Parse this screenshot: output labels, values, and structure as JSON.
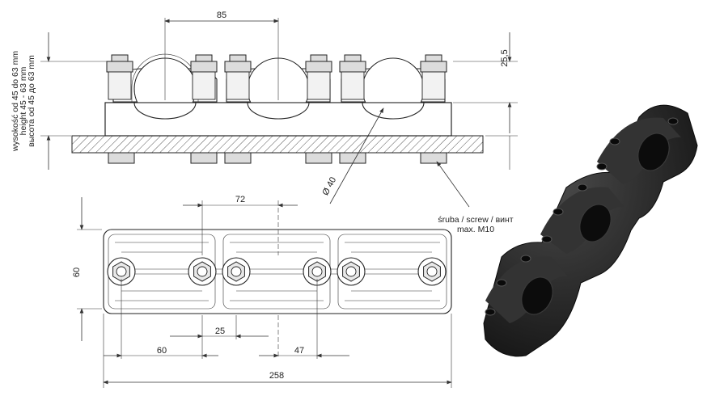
{
  "figure": {
    "dimensions": {
      "top_spacing": "85",
      "top_height": "25,5",
      "diameter": "Ø 40",
      "plan_spacing": "72",
      "plan_height": "60",
      "plan_inner_a": "25",
      "plan_inner_b": "60",
      "plan_inner_c": "47",
      "total_length": "258"
    },
    "side_label": {
      "line1": "wysokość od 45 do 63 mm",
      "line2": "height 45 - 63 mm",
      "line3": "высота od 45 до 63 mm"
    },
    "screw_label": {
      "line1": "śruba / screw / винт",
      "line2": "max. M10"
    },
    "colors": {
      "line": "#333333",
      "hatch": "#555555",
      "product": "#1e1e1e"
    }
  }
}
